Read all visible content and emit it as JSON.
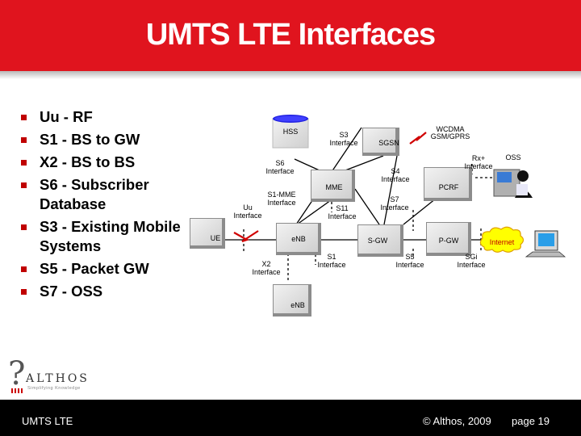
{
  "title": "UMTS LTE Interfaces",
  "bullets": [
    "Uu - RF",
    "S1 - BS to GW",
    "X2 - BS to BS",
    "S6 - Subscriber Database",
    "S3 - Existing Mobile Systems",
    "S5 - Packet GW",
    "S7 - OSS"
  ],
  "diagram": {
    "nodes": {
      "hss": "HSS",
      "sgsn": "SGSN",
      "mme": "MME",
      "pcrf": "PCRF",
      "ue": "UE",
      "enb_top": "eNB",
      "sgw": "S-GW",
      "pgw": "P-GW",
      "enb_bottom": "eNB",
      "internet": "Internet",
      "wcdma": "WCDMA GSM/GPRS",
      "oss": "OSS"
    },
    "labels": {
      "s3": "S3 Interface",
      "s6": "S6 Interface",
      "s4": "S4 Interface",
      "rx": "Rx+ Interface",
      "s1mme": "S1-MME Interface",
      "uu": "Uu Interface",
      "s11": "S11 Interface",
      "s7": "S7 Interface",
      "s1": "S1 Interface",
      "s5": "S5 Interface",
      "sgi": "SGi Interface",
      "x2": "X2 Interface"
    }
  },
  "logo": {
    "name": "ALTHOS",
    "tagline": "Simplifying Knowledge"
  },
  "footer": {
    "left": "UMTS LTE",
    "copyright": "© Althos, 2009",
    "page": "page 19"
  },
  "colors": {
    "title_bar": "#e0141e",
    "bullet": "#c00000",
    "box_light": "#e0e0e0",
    "box_dark": "#8c8c8c",
    "internet_cloud": "#ffff00"
  }
}
